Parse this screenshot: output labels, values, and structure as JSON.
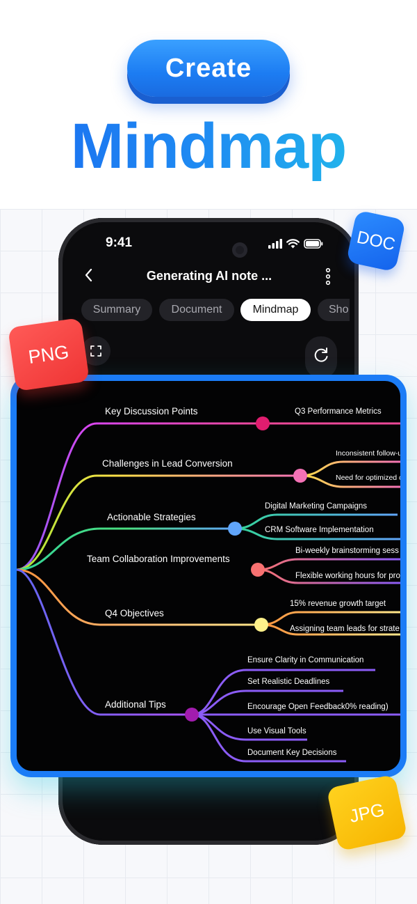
{
  "hero": {
    "button_label": "Create",
    "headline": "Mindmap"
  },
  "status_bar": {
    "time": "9:41"
  },
  "nav": {
    "back_icon": "chevron-left-icon",
    "title": "Generating AI note ...",
    "more_icon": "more-vertical-icon"
  },
  "tabs": [
    {
      "label": "Summary",
      "active": false
    },
    {
      "label": "Document",
      "active": false
    },
    {
      "label": "Mindmap",
      "active": true
    },
    {
      "label": "Sho",
      "active": false
    }
  ],
  "badges": {
    "doc": "DOC",
    "png": "PNG",
    "jpg": "JPG"
  },
  "mindmap": {
    "branches": [
      {
        "label": "Key Discussion Points",
        "color": "#ec4899",
        "children": [
          "Q3 Performance Metrics"
        ]
      },
      {
        "label": "Challenges in Lead Conversion",
        "color": "#f472b6",
        "children": [
          "Inconsistent follow-u",
          "Need for optimized c"
        ]
      },
      {
        "label": "Actionable Strategies",
        "color": "#60a5fa",
        "children": [
          "Digital Marketing Campaigns",
          "CRM Software Implementation"
        ]
      },
      {
        "label": "Team Collaboration Improvements",
        "color": "#f87171",
        "children": [
          "Bi-weekly brainstorming sess",
          "Flexible working hours for pro"
        ]
      },
      {
        "label": "Q4 Objectives",
        "color": "#fde68a",
        "children": [
          "15% revenue growth target",
          "Assigning team leads for strate"
        ]
      },
      {
        "label": "Additional Tips",
        "color": "#a855f7",
        "children": [
          "Ensure Clarity in Communication",
          "Set Realistic Deadlines",
          "Encourage Open Feedback0% reading)",
          "Use Visual Tools",
          "Document Key Decisions"
        ]
      }
    ]
  }
}
